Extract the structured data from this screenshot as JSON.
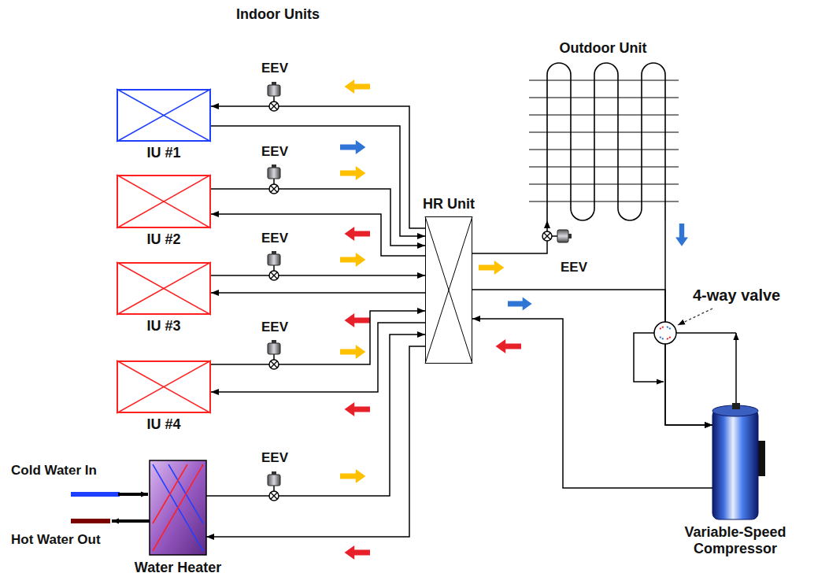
{
  "diagram": {
    "nodes": [
      {
        "text": [
          "IU #1"
        ]
      },
      {
        "text": [
          "IU #2"
        ]
      },
      {
        "text": [
          "IU #3"
        ]
      },
      {
        "text": [
          "IU #4"
        ]
      },
      {
        "text": [
          "Water Heater"
        ]
      },
      {
        "text": [
          "HR Unit"
        ]
      },
      {
        "text": [
          "Outdoor Unit"
        ]
      },
      {
        "text": [
          "Variable-Speed Compressor"
        ]
      }
    ],
    "edges": [
      {
        "from": 5,
        "to": 0,
        "arrow": "to"
      },
      {
        "from": 0,
        "to": 5,
        "arrow": "to"
      },
      {
        "from": 1,
        "to": 5,
        "arrow": "to"
      },
      {
        "from": 5,
        "to": 1,
        "arrow": "to"
      },
      {
        "from": 2,
        "to": 5,
        "arrow": "to"
      },
      {
        "from": 5,
        "to": 2,
        "arrow": "to"
      },
      {
        "from": 3,
        "to": 5,
        "arrow": "to"
      },
      {
        "from": 5,
        "to": 3,
        "arrow": "to"
      },
      {
        "from": 4,
        "to": 5,
        "arrow": "to"
      },
      {
        "from": 5,
        "to": 4,
        "arrow": "to"
      },
      {
        "from": 5,
        "to": 6,
        "arrow": "to"
      },
      {
        "from": 5,
        "to": 7,
        "arrow": "to"
      },
      {
        "from": 6,
        "to": 7,
        "arrow": "to"
      },
      {
        "from": 7,
        "to": 5,
        "arrow": "to"
      }
    ],
    "labels": [
      "Indoor Units",
      "EEV",
      "EEV",
      "EEV",
      "EEV",
      "EEV",
      "EEV",
      "4-way valve",
      "Cold Water In",
      "Hot Water Out"
    ]
  }
}
